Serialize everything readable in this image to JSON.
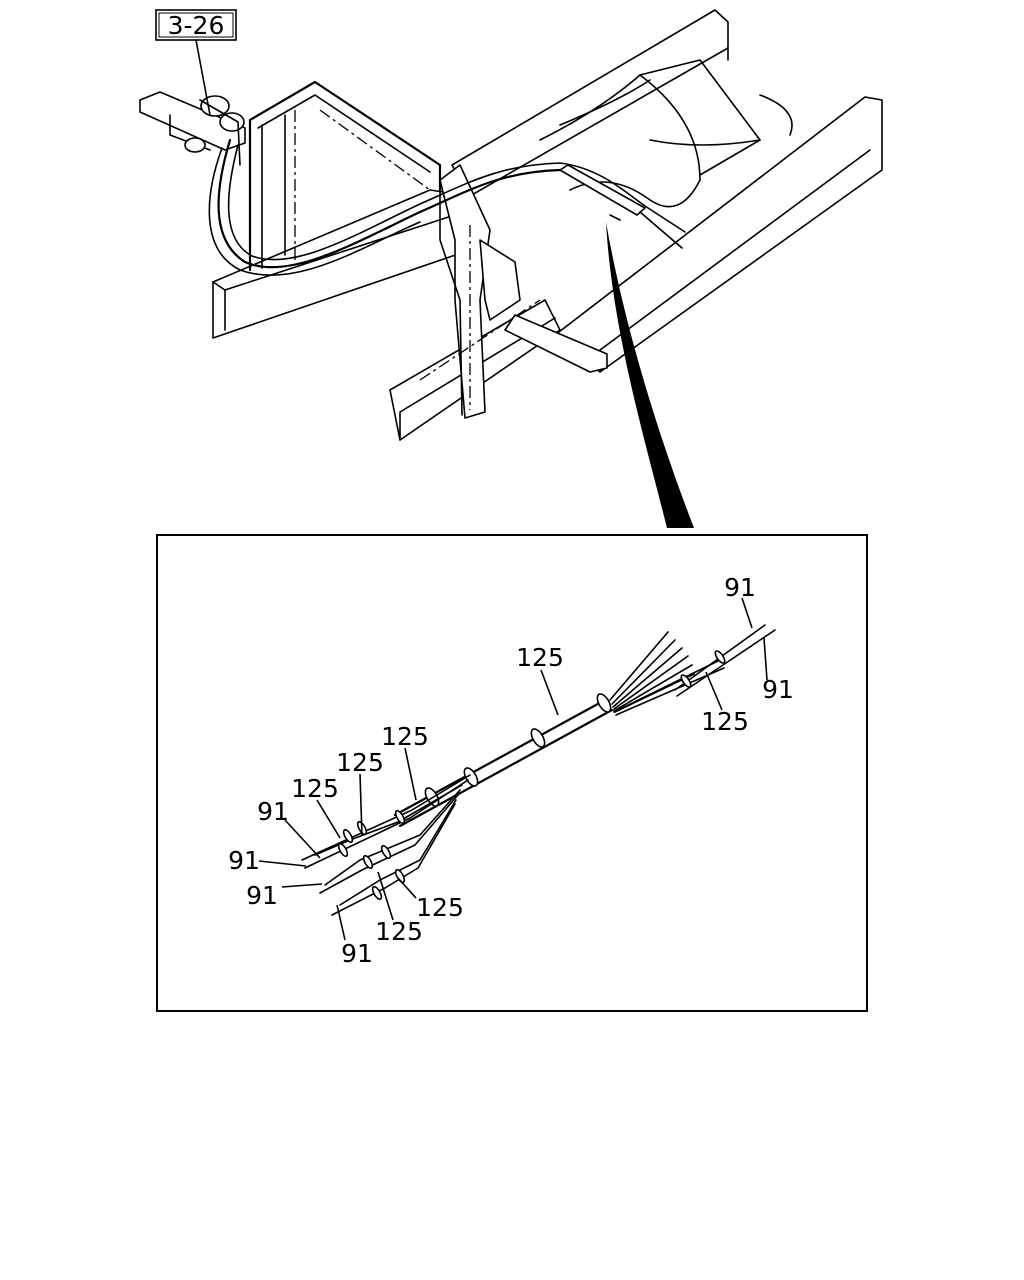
{
  "reference_box": {
    "label": "3-26"
  },
  "detail_callouts": [
    {
      "id": "c91-top",
      "text": "91"
    },
    {
      "id": "c91-right",
      "text": "91"
    },
    {
      "id": "c125-right",
      "text": "125"
    },
    {
      "id": "c125-top",
      "text": "125"
    },
    {
      "id": "c125-left-a",
      "text": "125"
    },
    {
      "id": "c125-left-b",
      "text": "125"
    },
    {
      "id": "c125-left-c",
      "text": "125"
    },
    {
      "id": "c91-left-a",
      "text": "91"
    },
    {
      "id": "c91-left-b",
      "text": "91"
    },
    {
      "id": "c91-left-c",
      "text": "91"
    },
    {
      "id": "c125-low-a",
      "text": "125"
    },
    {
      "id": "c125-low-b",
      "text": "125"
    },
    {
      "id": "c91-bottom",
      "text": "91"
    }
  ]
}
